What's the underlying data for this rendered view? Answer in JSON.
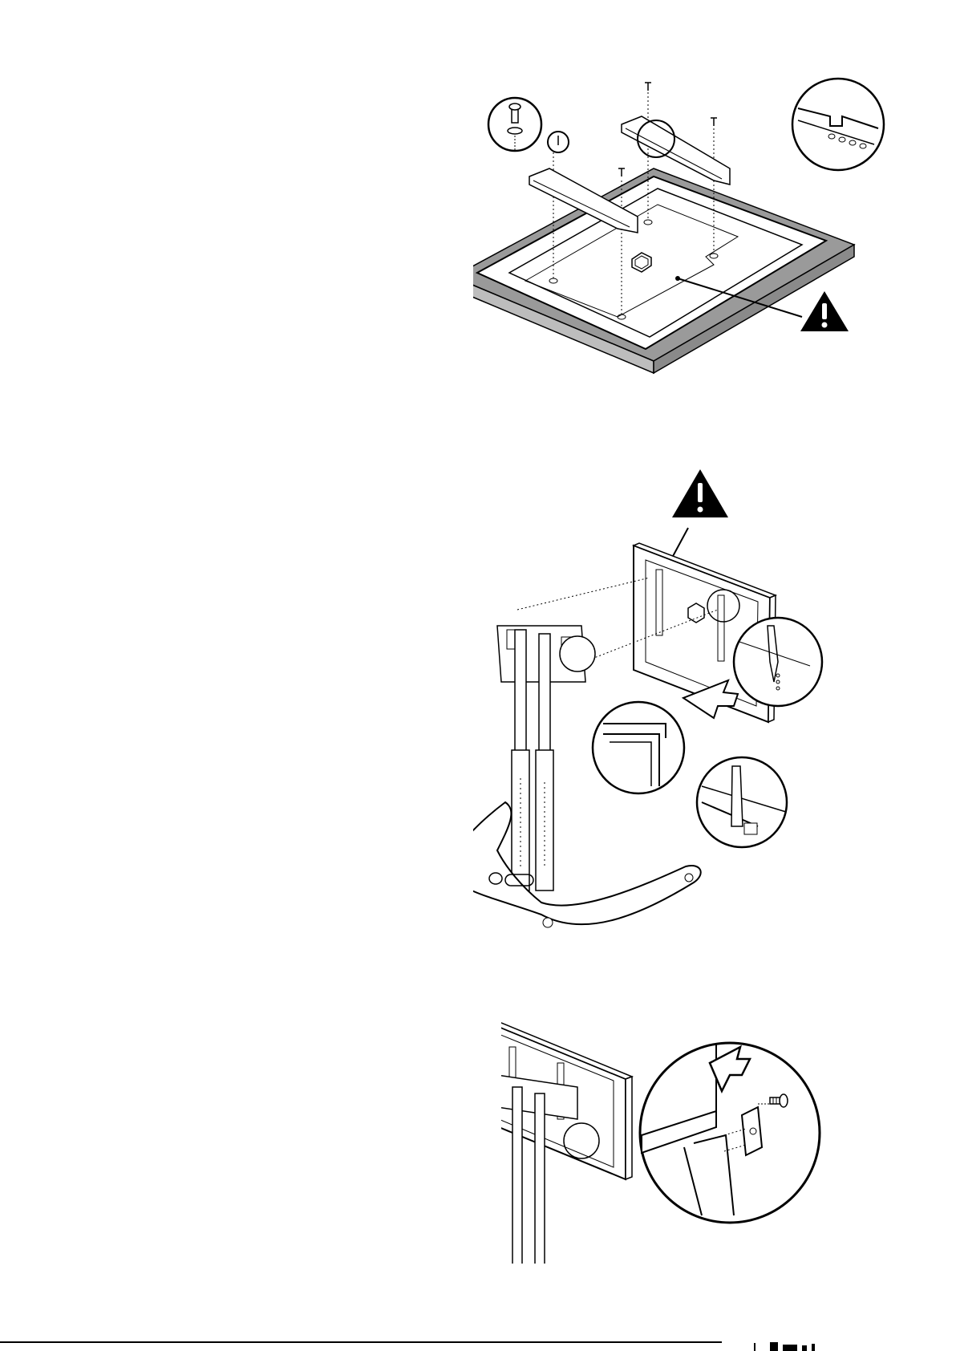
{
  "document": {
    "type": "assembly-instructions-page",
    "figures": [
      {
        "id": "step1",
        "description_icon": "screen-face-down-with-mounting-rails"
      },
      {
        "id": "step2",
        "description_icon": "hang-screen-on-stand"
      },
      {
        "id": "step3",
        "description_icon": "secure-bracket-with-screw"
      }
    ],
    "icons": [
      "warning-icon",
      "screw-icon",
      "arrow-icon",
      "magnifier-detail-icon"
    ],
    "colors": {
      "line": "#000000",
      "table_surface": "#9a9a9a",
      "warning_fill": "#000000"
    }
  }
}
